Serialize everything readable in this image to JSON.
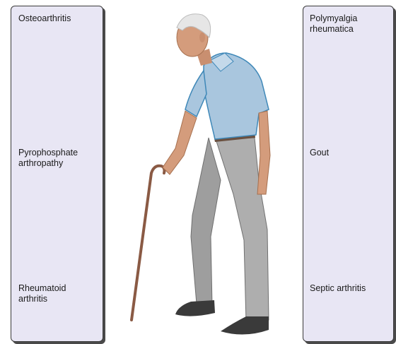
{
  "left_panel": {
    "labels": [
      "Osteoarthritis",
      "Pyrophosphate\narthropathy",
      "Rheumatoid\narthritis"
    ]
  },
  "right_panel": {
    "labels": [
      "Polymyalgia\nrheumatica",
      "Gout",
      "Septic arthritis"
    ]
  },
  "colors": {
    "panel_fill": "#e8e6f4",
    "shirt": "#a9c6de",
    "trousers": "#a8a8a8",
    "skin": "#d49c7c",
    "cane": "#8a5a44"
  }
}
